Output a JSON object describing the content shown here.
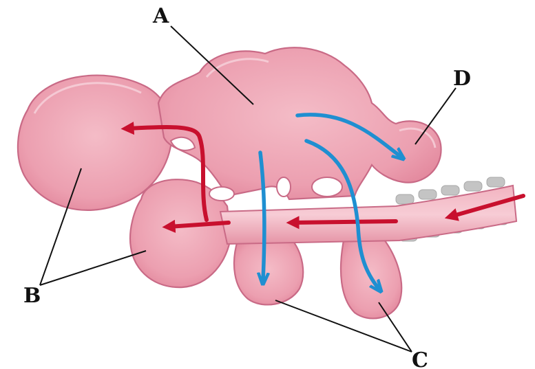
{
  "labels": {
    "a": "A",
    "b": "B",
    "c": "C",
    "d": "D"
  },
  "colors": {
    "tissue": "#e8909f",
    "tissue_light": "#f4bcc7",
    "tissue_outline": "#c96a86",
    "red_arrow": "#c8102e",
    "blue_arrow": "#1f8fd1",
    "duct_stripes": "#b9b9b9",
    "text": "#111111"
  }
}
